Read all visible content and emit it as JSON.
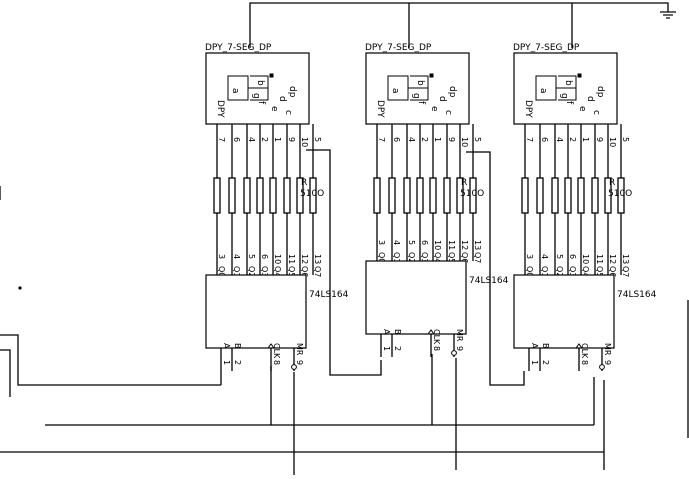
{
  "diagram": {
    "blocks": [
      {
        "display_label": "DPY_7-SEG_DP",
        "display_pins_top": [
          "a",
          "b",
          "c",
          "d",
          "e",
          "f",
          "g",
          "dp"
        ],
        "display_part": "DPY",
        "resistor_ref": "R",
        "resistor_value": "510O",
        "ic_part": "74LS164",
        "ic_out_labels": [
          "Q0",
          "Q1",
          "Q2",
          "Q3",
          "Q4",
          "Q5",
          "Q6",
          "Q7"
        ],
        "ic_out_pins": [
          "3",
          "4",
          "5",
          "6",
          "10",
          "11",
          "12",
          "13"
        ],
        "ic_in_labels": [
          "A",
          "B",
          "CLK",
          "MR"
        ],
        "ic_in_pins": [
          "1",
          "2",
          "8",
          "9"
        ],
        "disp_pins": [
          "7",
          "6",
          "4",
          "2",
          "1",
          "9",
          "10",
          "5"
        ]
      },
      {
        "display_label": "DPY_7-SEG_DP",
        "display_pins_top": [
          "a",
          "b",
          "c",
          "d",
          "e",
          "f",
          "g",
          "dp"
        ],
        "display_part": "DPY",
        "resistor_ref": "R",
        "resistor_value": "510O",
        "ic_part": "74LS164",
        "ic_out_labels": [
          "Q0",
          "Q1",
          "Q2",
          "Q3",
          "Q4",
          "Q5",
          "Q6",
          "Q7"
        ],
        "ic_out_pins": [
          "3",
          "4",
          "5",
          "6",
          "10",
          "11",
          "12",
          "13"
        ],
        "ic_in_labels": [
          "A",
          "B",
          "CLK",
          "MR"
        ],
        "ic_in_pins": [
          "1",
          "2",
          "8",
          "9"
        ],
        "disp_pins": [
          "7",
          "6",
          "4",
          "2",
          "1",
          "9",
          "10",
          "5"
        ]
      },
      {
        "display_label": "DPY_7-SEG_DP",
        "display_pins_top": [
          "a",
          "b",
          "c",
          "d",
          "e",
          "f",
          "g",
          "dp"
        ],
        "display_part": "DPY",
        "resistor_ref": "R",
        "resistor_value": "510O",
        "ic_part": "74LS164",
        "ic_out_labels": [
          "Q0",
          "Q1",
          "Q2",
          "Q3",
          "Q4",
          "Q5",
          "Q6",
          "Q7"
        ],
        "ic_out_pins": [
          "3",
          "4",
          "5",
          "6",
          "10",
          "11",
          "12",
          "13"
        ],
        "ic_in_labels": [
          "A",
          "B",
          "CLK",
          "MR"
        ],
        "ic_in_pins": [
          "1",
          "2",
          "8",
          "9"
        ],
        "disp_pins": [
          "7",
          "6",
          "4",
          "2",
          "1",
          "9",
          "10",
          "5"
        ]
      }
    ],
    "colors": {
      "wire": "#000000",
      "background": "#ffffff"
    },
    "icons": [
      "ground-icon"
    ]
  }
}
